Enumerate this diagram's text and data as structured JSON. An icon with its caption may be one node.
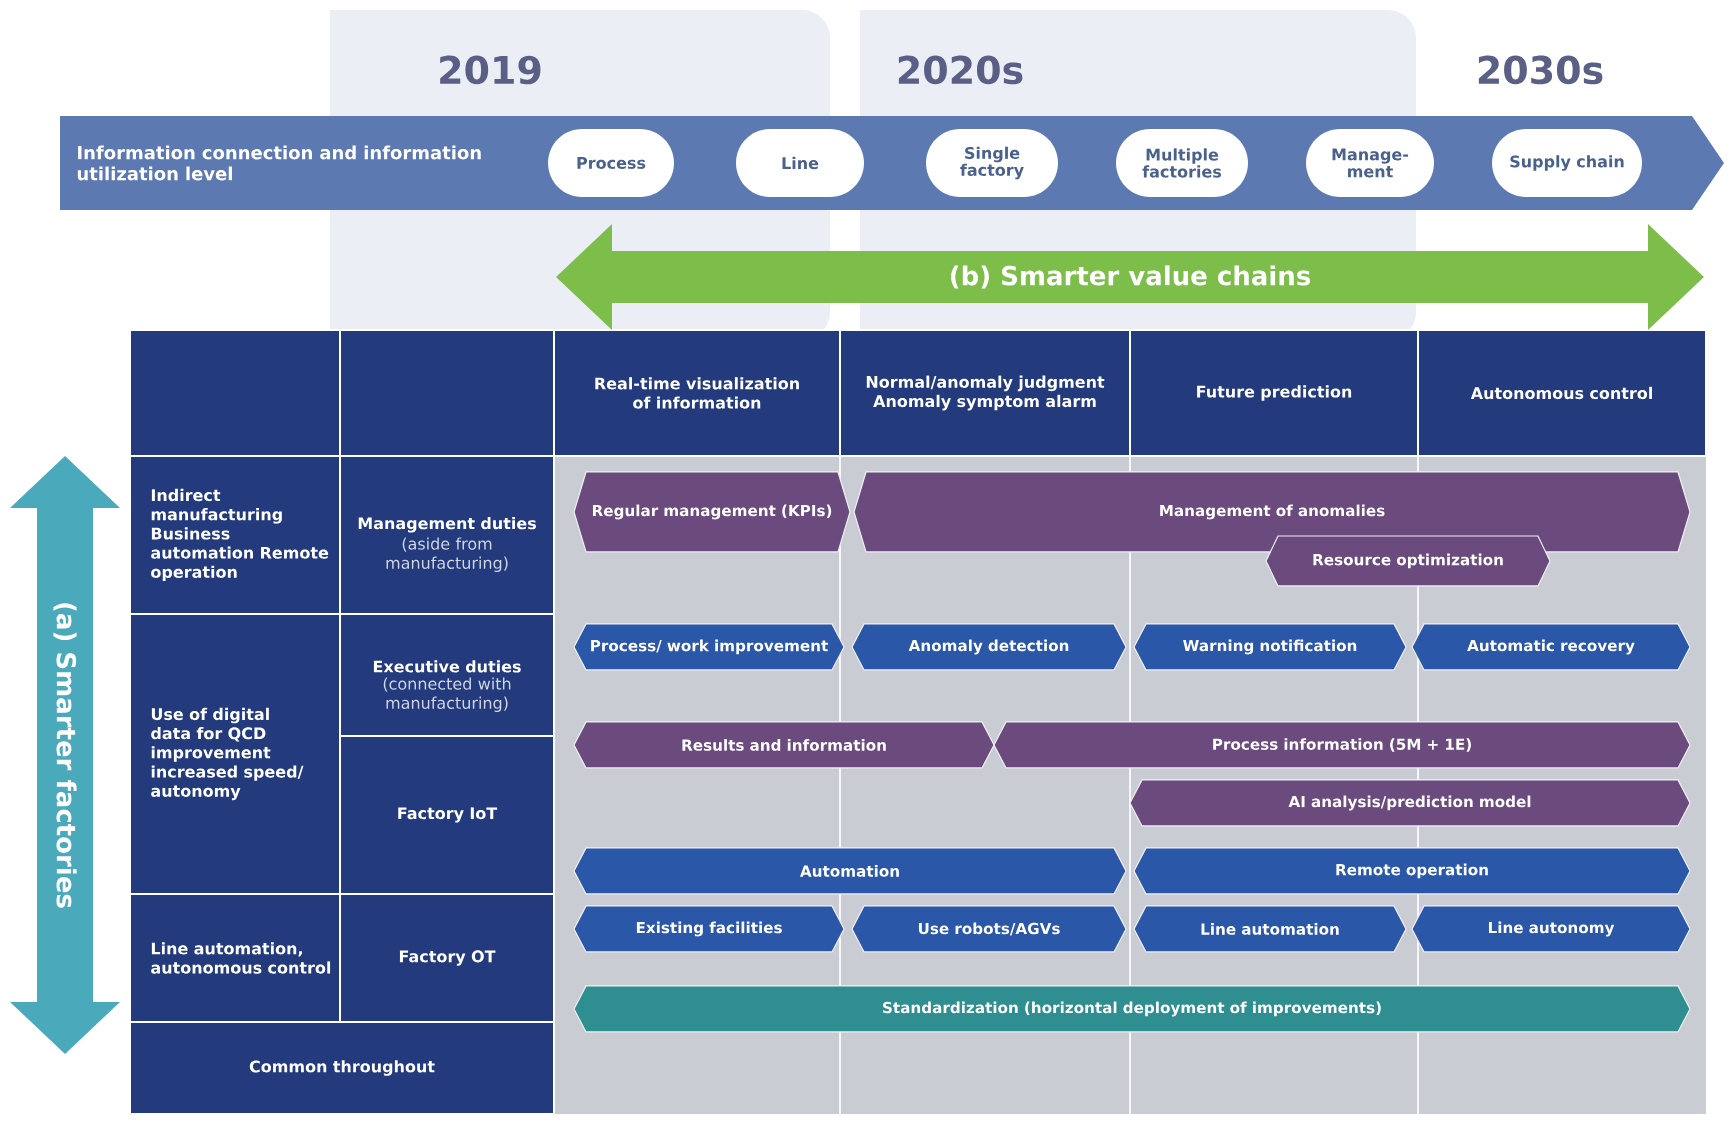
{
  "diagram": {
    "nodes": [
      {
        "text": [
          "Information connection and information utilization level"
        ]
      },
      {
        "text": [
          "Process"
        ],
        "in": 0
      },
      {
        "text": [
          "Line"
        ],
        "in": 0
      },
      {
        "text": [
          "Single factory"
        ],
        "in": 0
      },
      {
        "text": [
          "Multiple factories"
        ],
        "in": 0
      },
      {
        "text": [
          "Manage-ment"
        ],
        "in": 0
      },
      {
        "text": [
          "Supply chain"
        ],
        "in": 0
      },
      {
        "text": [
          "(b) Smarter value chains"
        ]
      },
      {
        "text": [
          "(a) Smarter factories"
        ]
      },
      {
        "text": [
          "Regular management (KPIs)"
        ]
      },
      {
        "text": [
          "Management of anomalies"
        ]
      },
      {
        "text": [
          "Resource optimization"
        ]
      },
      {
        "text": [
          "Process/ work improvement"
        ]
      },
      {
        "text": [
          "Anomaly detection"
        ]
      },
      {
        "text": [
          "Warning notification"
        ]
      },
      {
        "text": [
          "Automatic recovery"
        ]
      },
      {
        "text": [
          "Results and information"
        ]
      },
      {
        "text": [
          "Process information (5M + 1E)"
        ]
      },
      {
        "text": [
          "AI analysis/prediction model"
        ]
      },
      {
        "text": [
          "Automation"
        ]
      },
      {
        "text": [
          "Remote operation"
        ]
      },
      {
        "text": [
          "Existing facilities"
        ]
      },
      {
        "text": [
          "Use robots/AGVs"
        ]
      },
      {
        "text": [
          "Line automation"
        ]
      },
      {
        "text": [
          "Line autonomy"
        ]
      },
      {
        "text": [
          "Standardization (horizontal deployment of improvements)"
        ]
      }
    ],
    "labels": [
      "2019",
      "2020s",
      "2030s",
      "Real-time visualization of information",
      "Normal/anomaly judgment Anomaly symptom alarm",
      "Future prediction",
      "Autonomous control",
      "Indirect manufacturing Business automation Remote operation",
      "Management duties",
      "(aside from manufacturing)",
      "Use of digital data for QCD improvement increased speed/ autonomy",
      "Executive duties",
      "(connected with manufacturing)",
      "Factory IoT",
      "Line automation, autonomous control",
      "Factory OT",
      "Common throughout"
    ]
  }
}
